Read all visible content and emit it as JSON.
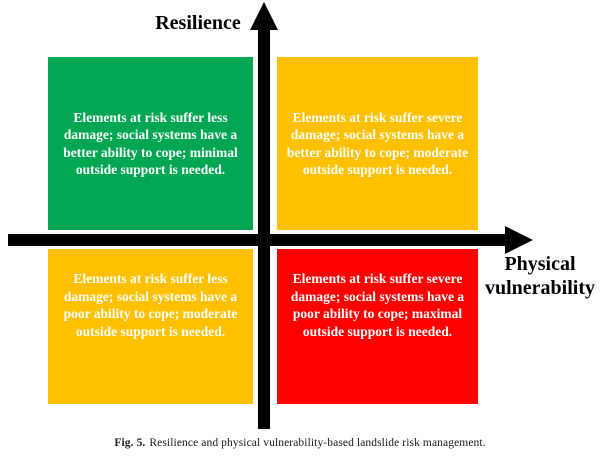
{
  "figure": {
    "y_axis": {
      "label": "Resilience"
    },
    "x_axis": {
      "label": "Physical\nvulnerability"
    },
    "colors": {
      "green": "#00A651",
      "amber": "#FFC000",
      "red": "#FE0000",
      "axis": "#000000",
      "quadrant_text": "#FFFFFF"
    },
    "quadrants": [
      {
        "position": "top-left",
        "color": "#00A651",
        "text": "Elements at risk suffer less\ndamage; social systems have a\nbetter ability to cope; minimal\noutside support is needed."
      },
      {
        "position": "top-right",
        "color": "#FFC000",
        "text": "Elements at risk suffer severe\ndamage; social systems have a\nbetter ability to cope; moderate\noutside support is needed."
      },
      {
        "position": "bottom-left",
        "color": "#FFC000",
        "text": "Elements at risk suffer less\ndamage; social systems have a\npoor ability to cope; moderate\noutside support is needed."
      },
      {
        "position": "bottom-right",
        "color": "#FE0000",
        "text": "Elements at risk suffer severe\ndamage; social systems have a\npoor ability to cope; maximal\noutside support is needed."
      }
    ]
  },
  "caption": {
    "label": "Fig. 5.",
    "text": "Resilience and physical vulnerability-based landslide risk management."
  }
}
